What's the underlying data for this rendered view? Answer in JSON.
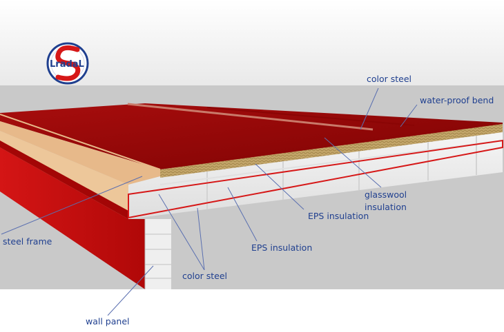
{
  "logo": {
    "text": "LradaL"
  },
  "labels": {
    "color_steel_top": "color steel",
    "water_proof_bend": "water-proof bend",
    "glasswool_line1": "glasswool",
    "glasswool_line2": "insulation",
    "eps_insulation_upper": "EPS insulation",
    "eps_insulation_lower": "EPS insulation",
    "steel_frame": "steel frame",
    "color_steel_bottom": "color steel",
    "wall_panel": "wall panel"
  },
  "colors": {
    "roof_red": "#9c0a0a",
    "roof_red_dark": "#6e0000",
    "wall_red": "#c80f0f",
    "frame_tan": "#e7b98a",
    "glasswool": "#b99a5e",
    "eps_white": "#f2f2f2",
    "label_blue": "#1f3f8f",
    "background_gray": "#c9c9c9"
  }
}
